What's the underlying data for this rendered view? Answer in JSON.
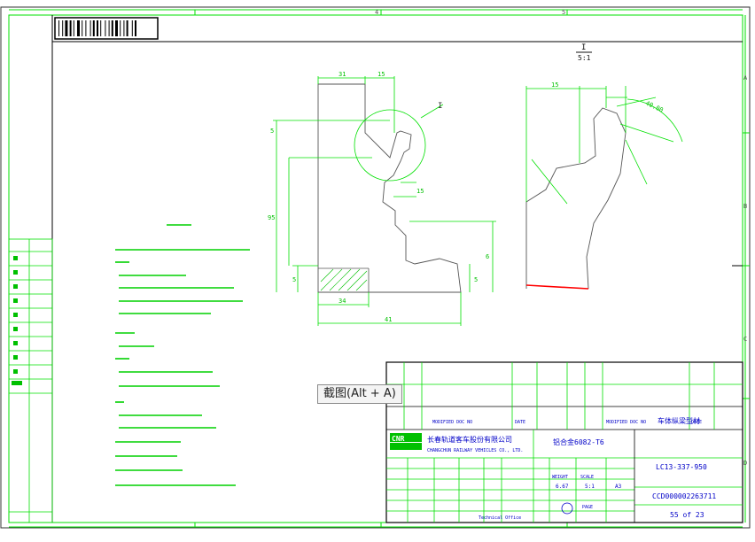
{
  "colors": {
    "line": "#00e000",
    "frame": "#000000",
    "title_text": "#0000c8",
    "cut_edge": "#ff0000",
    "page": "#ffffff"
  },
  "tooltip": {
    "label": "截图(Alt + A)"
  },
  "zone_letters": {
    "right": [
      "A",
      "B",
      "C",
      "D"
    ]
  },
  "zone_numbers": {
    "top": [
      "4",
      "5"
    ]
  },
  "section_label": {
    "top": "I",
    "bottom": "5:1"
  },
  "detail_callout": "I",
  "dims_main": [
    "31",
    "15",
    "95",
    "5",
    "5",
    "34",
    "5",
    "41",
    "6",
    "15"
  ],
  "dims_detail": [
    "15",
    "40.00"
  ],
  "title_block": {
    "company_cn": "长春轨道客车股份有限公司",
    "company_en": "CHANGCHUN RAILWAY VEHICLES CO., LTD.",
    "material": "铝合金6082-T6",
    "part_name": "车体纵梁型材",
    "drawing_no": "LC13-337-950",
    "doc_id": "CCD000002263711",
    "sheet": "55 of 23",
    "header_cells": [
      "MODIFIED DOC NO",
      "DATE",
      "MODIFIED DOC NO",
      "DATE"
    ],
    "weight_label": "WEIGHT",
    "scale_label": "SCALE",
    "scale_value": "5:1",
    "weight_value": "6.67",
    "size_value": "A3",
    "page_label": "PAGE",
    "technical_label": "Technical Office"
  }
}
